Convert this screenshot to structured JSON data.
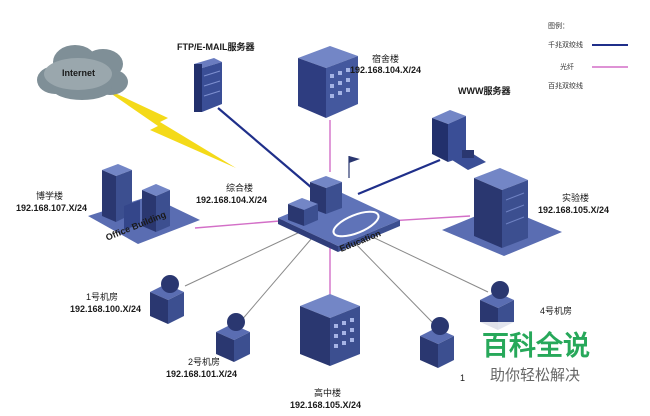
{
  "colors": {
    "gigabit": "#1f2f8a",
    "fiber": "#d36fc7",
    "hundred_meg": "#8a8a8a",
    "building": "#3c4f90",
    "building_dark": "#2a3770",
    "ground": "#5f73b8",
    "watermark_green": "#27a85a"
  },
  "legend": {
    "title": "图例：",
    "gigabit": "千兆双绞线",
    "fiber": "光纤",
    "hundred": "百兆双绞线"
  },
  "nodes": {
    "internet": {
      "label": "Internet"
    },
    "ftp": {
      "label": "FTP/E-MAIL服务器"
    },
    "dorm": {
      "name": "宿舍楼",
      "ip": "192.168.104.X/24"
    },
    "www": {
      "label": "WWW服务器"
    },
    "boxue": {
      "name": "博学楼",
      "ip": "192.168.107.X/24"
    },
    "zonghe": {
      "name": "综合楼",
      "ip": "192.168.104.X/24"
    },
    "lab": {
      "name": "实验楼",
      "ip": "192.168.105.X/24"
    },
    "room1": {
      "name": "1号机房",
      "ip": "192.168.100.X/24"
    },
    "room2": {
      "name": "2号机房",
      "ip": "192.168.101.X/24"
    },
    "gaozhong": {
      "name": "高中楼",
      "ip": "192.168.105.X/24"
    },
    "room3": {
      "name": "1"
    },
    "room4": {
      "name": "4号机房"
    },
    "office_sign": "Office Building",
    "education_sign": "Education"
  },
  "watermark": {
    "brand": "百科全说",
    "slogan": "助你轻松解决"
  }
}
